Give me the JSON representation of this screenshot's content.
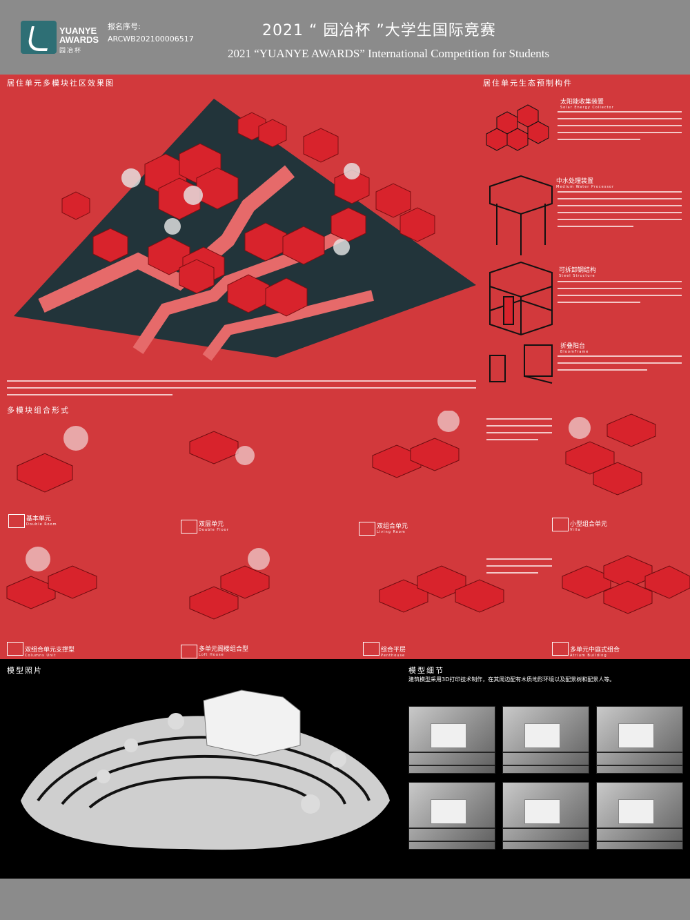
{
  "header": {
    "logo_line1": "YUANYE",
    "logo_line2": "AWARDS",
    "logo_cn": "园冶杯",
    "reg_label": "报名序号:",
    "reg_no": "ARCWB202100006517",
    "title_cn": "2021 “ 园冶杯 ”大学生国际竞赛",
    "title_en": "2021 “YUANYE AWARDS” International Competition for  Students"
  },
  "sections": {
    "community": "居住单元多模块社区效果图",
    "components": "居住单元生态预制构件",
    "combos": "多模块组合形式",
    "model_photo": "模型照片",
    "model_detail": "模型细节",
    "model_detail_desc": "建筑模型采用3D打印技术制作，在其周边配有木质地形环境以及配景树和配景人等。"
  },
  "components": [
    {
      "cn": "太阳能收集装置",
      "en": "Solar Energy Collector"
    },
    {
      "cn": "中水处理装置",
      "en": "Medium Water Processor"
    },
    {
      "cn": "可拆卸钢结构",
      "en": "Steel Structure"
    },
    {
      "cn": "折叠阳台",
      "en": "BloomFrame"
    }
  ],
  "units": [
    {
      "cn": "基本单元",
      "en": "Double Room"
    },
    {
      "cn": "双层单元",
      "en": "Double Floor"
    },
    {
      "cn": "双组合单元",
      "en": "Living Room"
    },
    {
      "cn": "小型组合单元",
      "en": "Villa"
    },
    {
      "cn": "双组合单元支撑型",
      "en": "Columns Unit"
    },
    {
      "cn": "多单元阁楼组合型",
      "en": "Loft House"
    },
    {
      "cn": "综合平层",
      "en": "Penthouse"
    },
    {
      "cn": "多单元中庭式组合",
      "en": "Atrium Building"
    }
  ],
  "colors": {
    "bg": "#d2393c",
    "header": "#8b8b8b",
    "ground": "#22343a",
    "hex": "#d8232c"
  }
}
